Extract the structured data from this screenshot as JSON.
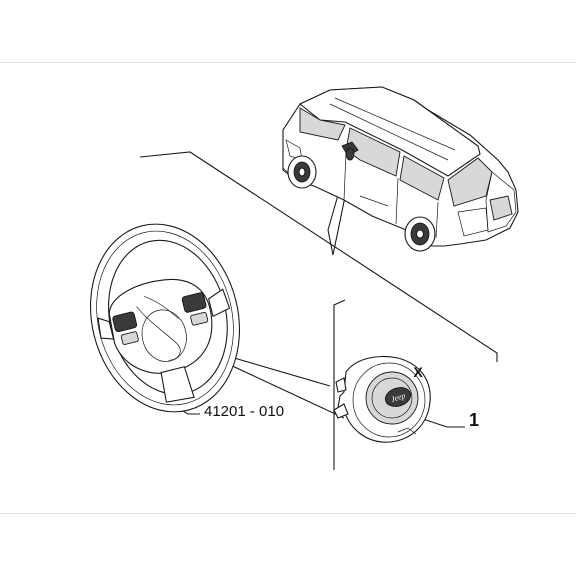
{
  "diagram": {
    "part_number": "41201 - 010",
    "callout_number": "1",
    "airbag_logo_text": "Jeep",
    "removed_mark": "X",
    "icons": [
      "vehicle-icon",
      "steering-wheel-icon",
      "airbag-module-icon"
    ]
  }
}
